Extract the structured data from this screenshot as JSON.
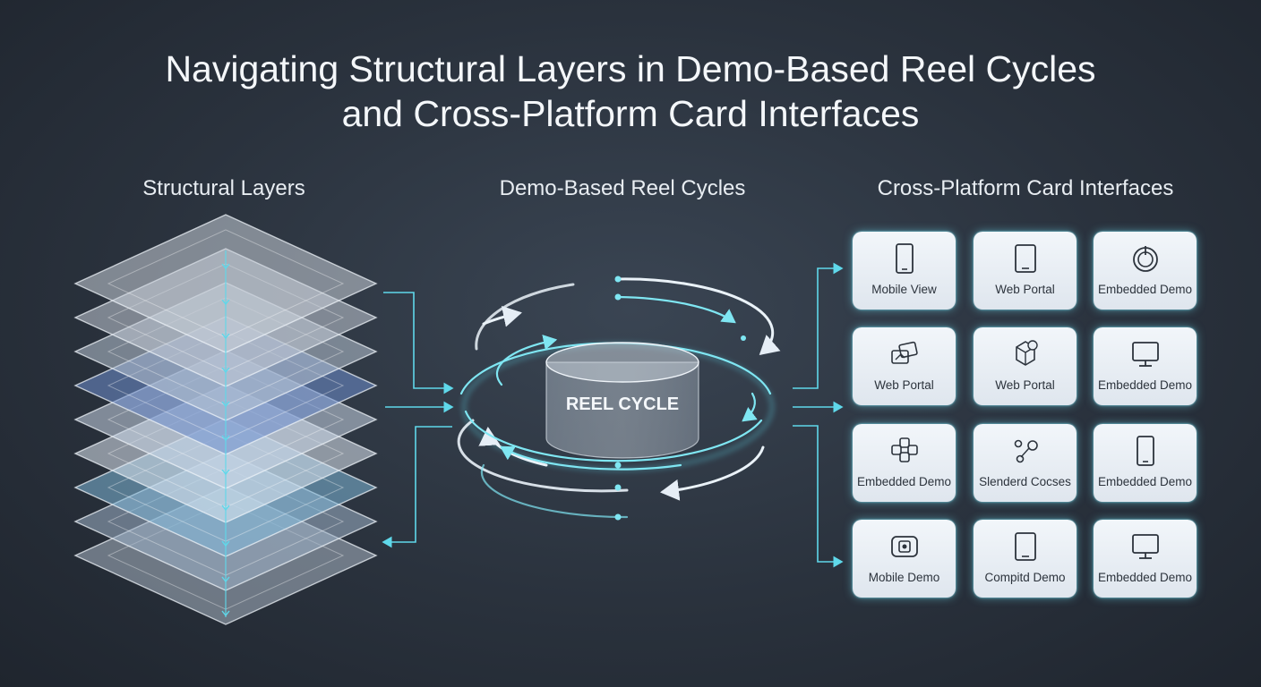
{
  "title_line1": "Navigating Structural Layers in Demo-Based Reel Cycles",
  "title_line2": "and Cross-Platform Card Interfaces",
  "columns": {
    "layers": "Structural Layers",
    "reel": "Demo-Based Reel Cycles",
    "cards": "Cross-Platform Card Interfaces"
  },
  "reel_label": "REEL CYCLE",
  "cards": [
    {
      "label": "Mobile View",
      "icon": "smartphone-icon"
    },
    {
      "label": "Web Portal",
      "icon": "tablet-icon"
    },
    {
      "label": "Embedded Demo",
      "icon": "power-icon"
    },
    {
      "label": "Web Portal",
      "icon": "layered-screens-icon"
    },
    {
      "label": "Web Portal",
      "icon": "cube-badge-icon"
    },
    {
      "label": "Embedded Demo",
      "icon": "monitor-icon"
    },
    {
      "label": "Embedded Demo",
      "icon": "modules-icon"
    },
    {
      "label": "Slenderd Cocses",
      "icon": "nodes-icon"
    },
    {
      "label": "Embedded Demo",
      "icon": "smartphone-icon"
    },
    {
      "label": "Mobile Demo",
      "icon": "device-frame-icon"
    },
    {
      "label": "Compitd Demo",
      "icon": "tablet-icon"
    },
    {
      "label": "Embedded Demo",
      "icon": "monitor-icon"
    }
  ],
  "colors": {
    "accent": "#5fd8ea",
    "card_bg": "#e8eef4",
    "layer_blue": "#6f8fd0"
  }
}
